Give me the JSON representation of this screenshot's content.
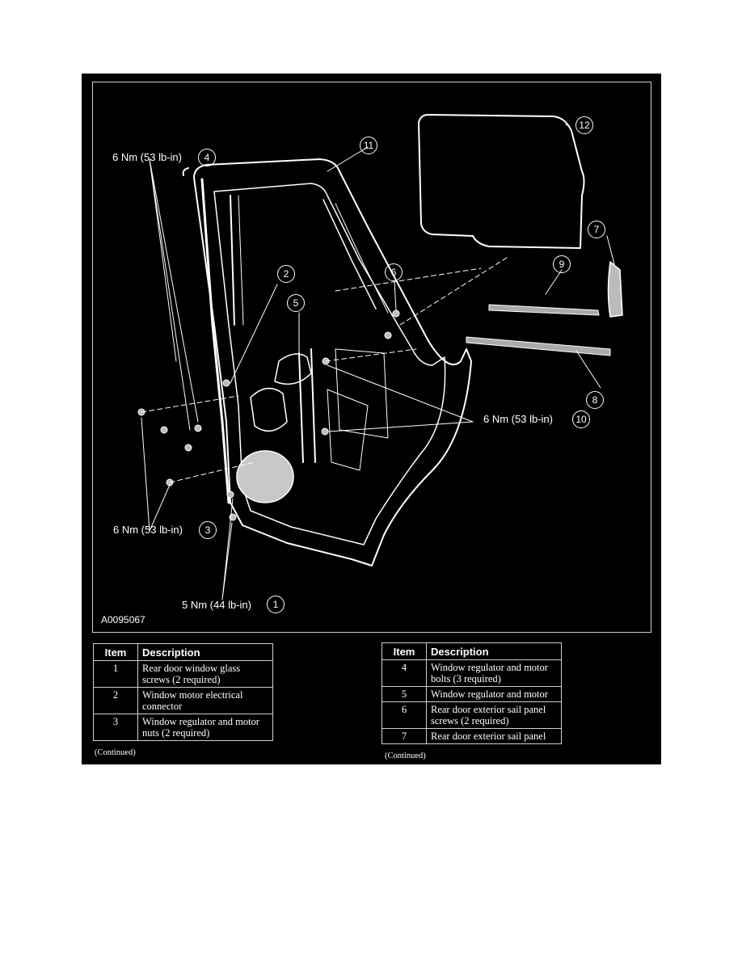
{
  "diagram": {
    "figure_id": "A0095067",
    "callouts": [
      {
        "torque": "6 Nm (53 lb-in)",
        "num": "4"
      },
      {
        "torque": "6 Nm (53 lb-in)",
        "num": "10"
      },
      {
        "torque": "6 Nm (53 lb-in)",
        "num": "3"
      },
      {
        "torque": "5 Nm (44 lb-in)",
        "num": "1"
      }
    ],
    "bubbles": [
      "12",
      "11",
      "7",
      "9",
      "2",
      "6",
      "5",
      "8"
    ]
  },
  "left_table": {
    "headers": {
      "item": "Item",
      "description": "Description"
    },
    "rows": [
      {
        "item": "1",
        "description": "Rear door window glass screws (2 required)"
      },
      {
        "item": "2",
        "description": "Window motor electrical connector"
      },
      {
        "item": "3",
        "description": "Window regulator and motor nuts (2 required)"
      }
    ],
    "continued": "(Continued)"
  },
  "right_table": {
    "headers": {
      "item": "Item",
      "description": "Description"
    },
    "rows": [
      {
        "item": "4",
        "description": "Window regulator and motor bolts (3 required)"
      },
      {
        "item": "5",
        "description": "Window regulator and motor"
      },
      {
        "item": "6",
        "description": "Rear door exterior sail panel screws (2 required)"
      },
      {
        "item": "7",
        "description": "Rear door exterior sail panel"
      }
    ],
    "continued": "(Continued)"
  }
}
